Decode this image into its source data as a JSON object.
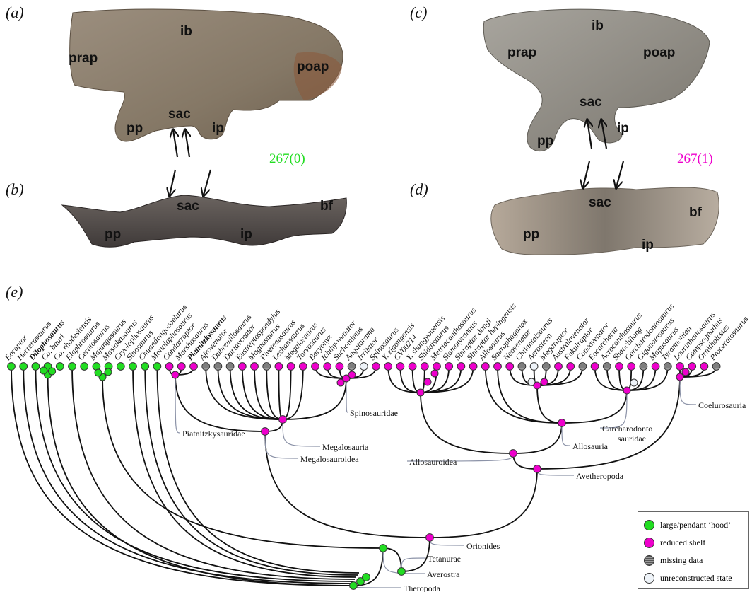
{
  "panels": {
    "a": "(a)",
    "b": "(b)",
    "c": "(c)",
    "d": "(d)",
    "e": "(e)"
  },
  "photo_labels": {
    "a": [
      "ib",
      "prap",
      "poap",
      "sac",
      "pp",
      "ip"
    ],
    "b": [
      "sac",
      "pp",
      "ip",
      "bf"
    ],
    "c": [
      "ib",
      "prap",
      "poap",
      "sac",
      "pp",
      "ip"
    ],
    "d": [
      "sac",
      "pp",
      "ip",
      "bf"
    ]
  },
  "state_labels": {
    "left": "267(0)",
    "right": "267(1)"
  },
  "colors": {
    "green": "#22dd22",
    "magenta": "#ee00cc",
    "grey": "#9a9a9a",
    "pale": "#eef3f8",
    "bone_a": "#8e8172",
    "bone_c": "#8d8a83"
  },
  "taxa": [
    {
      "name": "Eoraptor",
      "state": "green"
    },
    {
      "name": "Herrerasaurus",
      "state": "green"
    },
    {
      "name": "Dilophosaurus",
      "state": "green",
      "bold": true
    },
    {
      "name": "Co. bauri",
      "state": "green"
    },
    {
      "name": "Co. rhodesiensis",
      "state": "green"
    },
    {
      "name": "Elaphrosaurus",
      "state": "green"
    },
    {
      "name": "Ceratosaurus",
      "state": "green"
    },
    {
      "name": "Majungasaurus",
      "state": "green"
    },
    {
      "name": "Masiakasaurus",
      "state": "green"
    },
    {
      "name": "Cryolophosaurus",
      "state": "green"
    },
    {
      "name": "Sinosaurus",
      "state": "green"
    },
    {
      "name": "Chuandongocoelurus",
      "state": "green"
    },
    {
      "name": "Monolophosaurus",
      "state": "green"
    },
    {
      "name": "Condorraptor",
      "state": "magenta"
    },
    {
      "name": "Marshosaurus",
      "state": "magenta"
    },
    {
      "name": "Piatnitzkysaurus",
      "state": "magenta",
      "bold": true
    },
    {
      "name": "Afrovenator",
      "state": "grey"
    },
    {
      "name": "Dubreuillosaurus",
      "state": "grey"
    },
    {
      "name": "Duriavenator",
      "state": "grey"
    },
    {
      "name": "Eustreptospondylus",
      "state": "magenta"
    },
    {
      "name": "Magnosaurus",
      "state": "magenta"
    },
    {
      "name": "Piveteausaurus",
      "state": "grey"
    },
    {
      "name": "Leshansaurus",
      "state": "magenta"
    },
    {
      "name": "Megalosaurus",
      "state": "magenta"
    },
    {
      "name": "Torvosaurus",
      "state": "magenta"
    },
    {
      "name": "Baryonyx",
      "state": "magenta"
    },
    {
      "name": "Ichthyovenator",
      "state": "magenta"
    },
    {
      "name": "Suchomimus",
      "state": "magenta"
    },
    {
      "name": "Angaturama",
      "state": "grey"
    },
    {
      "name": "Irritator",
      "state": "pale"
    },
    {
      "name": "Spinosaurus",
      "state": "magenta"
    },
    {
      "name": "Y. zigongensis",
      "state": "magenta"
    },
    {
      "name": "CV00214",
      "state": "magenta"
    },
    {
      "name": "Y. shangyouensis",
      "state": "magenta"
    },
    {
      "name": "Shidaisaurus",
      "state": "magenta"
    },
    {
      "name": "Metriacanthosaurus",
      "state": "magenta"
    },
    {
      "name": "Siamotyrannus",
      "state": "magenta"
    },
    {
      "name": "Sinraptor dongi",
      "state": "magenta"
    },
    {
      "name": "Sinraptor hepingensis",
      "state": "magenta"
    },
    {
      "name": "Allosaurus",
      "state": "magenta"
    },
    {
      "name": "Saurophaganax",
      "state": "magenta"
    },
    {
      "name": "Neovenator",
      "state": "magenta"
    },
    {
      "name": "Chilantaisaurus",
      "state": "grey"
    },
    {
      "name": "Aerosteon",
      "state": "pale"
    },
    {
      "name": "Megaraptor",
      "state": "grey"
    },
    {
      "name": "Australovenator",
      "state": "magenta"
    },
    {
      "name": "Fukuiraptor",
      "state": "magenta"
    },
    {
      "name": "Concavenator",
      "state": "grey"
    },
    {
      "name": "Eocarcharia",
      "state": "magenta"
    },
    {
      "name": "Acrocanthosaurus",
      "state": "grey"
    },
    {
      "name": "Shaochilong",
      "state": "magenta"
    },
    {
      "name": "Carcharodontosaurus",
      "state": "magenta"
    },
    {
      "name": "Giganotosaurus",
      "state": "grey"
    },
    {
      "name": "Mapusaurus",
      "state": "magenta"
    },
    {
      "name": "Tyrannotitan",
      "state": "grey"
    },
    {
      "name": "Lourinhanosaurus",
      "state": "magenta"
    },
    {
      "name": "Compsognathus",
      "state": "magenta"
    },
    {
      "name": "Ornitholestes",
      "state": "magenta"
    },
    {
      "name": "Proceratosaurus",
      "state": "grey"
    }
  ],
  "clades": [
    {
      "label": "Spinosauridae"
    },
    {
      "label": "Piatnitzkysauridae"
    },
    {
      "label": "Megalosauria"
    },
    {
      "label": "Megalosauroidea"
    },
    {
      "label": "Carcharodonto sauridae"
    },
    {
      "label": "Coelurosauria"
    },
    {
      "label": "Allosauria"
    },
    {
      "label": "Allosauroidea"
    },
    {
      "label": "Avetheropoda"
    },
    {
      "label": "Orionides"
    },
    {
      "label": "Tetanurae"
    },
    {
      "label": "Averostra"
    },
    {
      "label": "Theropoda"
    }
  ],
  "legend": [
    {
      "state": "green",
      "label": "large/pendant ‘hood’"
    },
    {
      "state": "magenta",
      "label": "reduced shelf"
    },
    {
      "state": "grey",
      "label": "missing data"
    },
    {
      "state": "pale",
      "label": "unreconstructed state"
    }
  ]
}
